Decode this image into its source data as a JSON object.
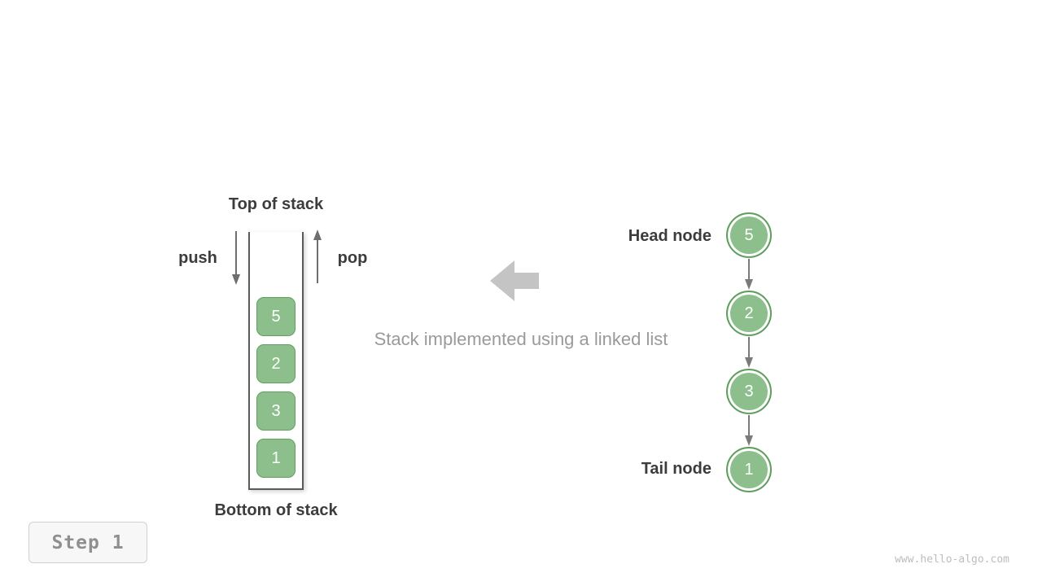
{
  "stack": {
    "top_label": "Top of stack",
    "bottom_label": "Bottom of stack",
    "push_label": "push",
    "pop_label": "pop",
    "items": [
      "5",
      "2",
      "3",
      "1"
    ]
  },
  "middle": {
    "caption": "Stack implemented using a linked list"
  },
  "linked_list": {
    "head_label": "Head node",
    "tail_label": "Tail node",
    "nodes": [
      "5",
      "2",
      "3",
      "1"
    ]
  },
  "footer": {
    "step_label": "Step 1",
    "watermark": "www.hello-algo.com"
  },
  "icons": {
    "push_arrow": "arrow-down-icon",
    "pop_arrow": "arrow-up-icon",
    "list_connector": "arrow-down-icon",
    "direction_arrow": "left-block-arrow-icon"
  },
  "colors": {
    "node_fill": "#8cbf8c",
    "node_border": "#5fa05f",
    "text_dark": "#3c3c3c",
    "caption_gray": "#9a9a9a",
    "arrow_gray": "#6f6f6f",
    "block_arrow_gray": "#c4c4c4"
  }
}
